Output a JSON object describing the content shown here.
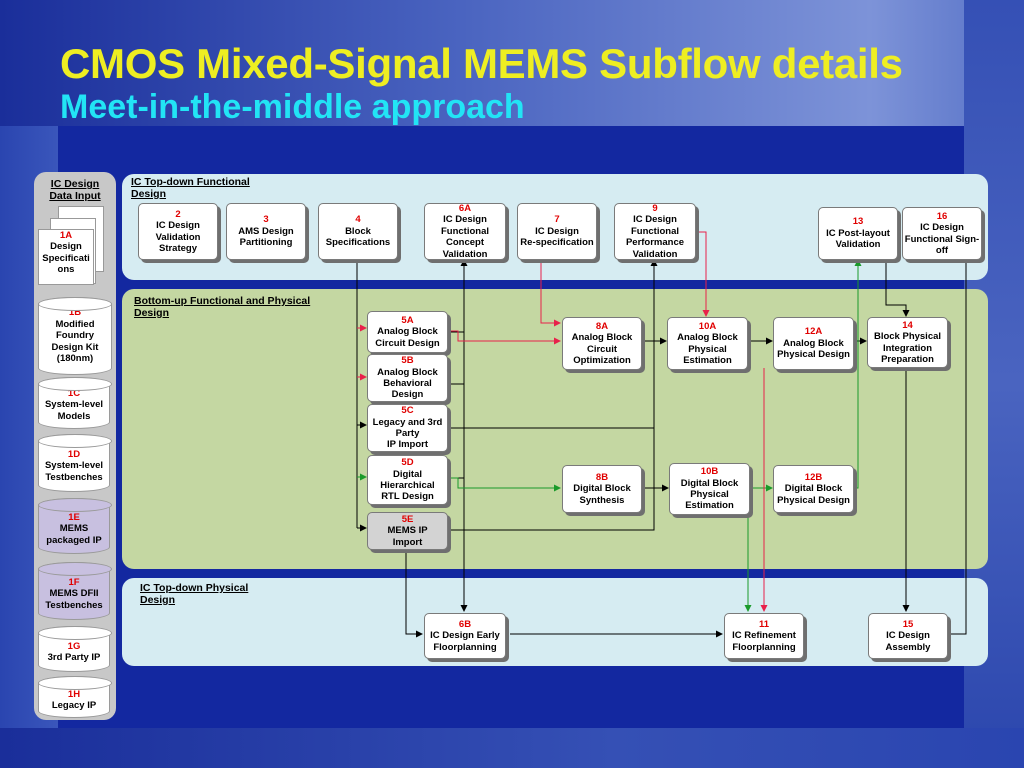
{
  "title": "CMOS Mixed-Signal MEMS Subflow details",
  "subtitle": "Meet-in-the-middle approach",
  "inputs": {
    "header": [
      "IC Design",
      "Data Input"
    ],
    "items": [
      {
        "id": "1A",
        "lines": [
          "Design",
          "Specificati",
          "ons"
        ]
      },
      {
        "id": "1B",
        "lines": [
          "Modified",
          "Foundry",
          "Design Kit",
          "(180nm)"
        ]
      },
      {
        "id": "1C",
        "lines": [
          "System-level",
          "Models"
        ]
      },
      {
        "id": "1D",
        "lines": [
          "System-level",
          "Testbenches"
        ]
      },
      {
        "id": "1E",
        "lines": [
          "MEMS",
          "packaged IP"
        ]
      },
      {
        "id": "1F",
        "lines": [
          "MEMS DFII",
          "Testbenches"
        ]
      },
      {
        "id": "1G",
        "lines": [
          "3rd Party IP"
        ]
      },
      {
        "id": "1H",
        "lines": [
          "Legacy IP"
        ]
      }
    ]
  },
  "panels": {
    "top": "IC Top-down Functional Design",
    "middle": "Bottom-up Functional and Physical Design",
    "bottom": "IC Top-down Physical Design"
  },
  "boxes": {
    "b2": {
      "id": "2",
      "lines": [
        "IC Design",
        "Validation",
        "Strategy"
      ]
    },
    "b3": {
      "id": "3",
      "lines": [
        "AMS Design",
        "Partitioning"
      ]
    },
    "b4": {
      "id": "4",
      "lines": [
        "Block",
        "Specifications"
      ]
    },
    "b6A": {
      "id": "6A",
      "lines": [
        "IC Design",
        "Functional",
        "Concept",
        "Validation"
      ]
    },
    "b7": {
      "id": "7",
      "lines": [
        "IC Design",
        "Re-specification"
      ]
    },
    "b9": {
      "id": "9",
      "lines": [
        "IC Design",
        "Functional",
        "Performance",
        "Validation"
      ]
    },
    "b13": {
      "id": "13",
      "lines": [
        "IC Post-layout",
        "Validation"
      ]
    },
    "b16": {
      "id": "16",
      "lines": [
        "IC Design",
        "Functional Sign-",
        "off"
      ]
    },
    "b5A": {
      "id": "5A",
      "lines": [
        "Analog Block",
        "Circuit Design"
      ]
    },
    "b5B": {
      "id": "5B",
      "lines": [
        "Analog Block",
        "Behavioral",
        "Design"
      ]
    },
    "b5C": {
      "id": "5C",
      "lines": [
        "Legacy and 3rd",
        "Party",
        "IP Import"
      ]
    },
    "b5D": {
      "id": "5D",
      "lines": [
        "Digital",
        "Hierarchical",
        "RTL Design"
      ]
    },
    "b5E": {
      "id": "5E",
      "lines": [
        "MEMS IP",
        "Import"
      ]
    },
    "b8A": {
      "id": "8A",
      "lines": [
        "Analog Block",
        "Circuit",
        "Optimization"
      ]
    },
    "b10A": {
      "id": "10A",
      "lines": [
        "Analog Block",
        "Physical",
        "Estimation"
      ]
    },
    "b12A": {
      "id": "12A",
      "lines": [
        "Analog Block",
        "Physical Design"
      ]
    },
    "b14": {
      "id": "14",
      "lines": [
        "Block Physical",
        "Integration",
        "Preparation"
      ]
    },
    "b8B": {
      "id": "8B",
      "lines": [
        "Digital Block",
        "Synthesis"
      ]
    },
    "b10B": {
      "id": "10B",
      "lines": [
        "Digital Block",
        "Physical",
        "Estimation"
      ]
    },
    "b12B": {
      "id": "12B",
      "lines": [
        "Digital Block",
        "Physical Design"
      ]
    },
    "b6B": {
      "id": "6B",
      "lines": [
        "IC Design Early",
        "Floorplanning"
      ]
    },
    "b11": {
      "id": "11",
      "lines": [
        "IC Refinement",
        "Floorplanning"
      ]
    },
    "b15": {
      "id": "15",
      "lines": [
        "IC Design",
        "Assembly"
      ]
    }
  },
  "colors": {
    "title": "#eeee22",
    "subtitle": "#22e4f5",
    "step_number": "#e00000",
    "wire_black": "#000000",
    "wire_red": "#e8204a",
    "wire_green": "#1a9a2a"
  }
}
